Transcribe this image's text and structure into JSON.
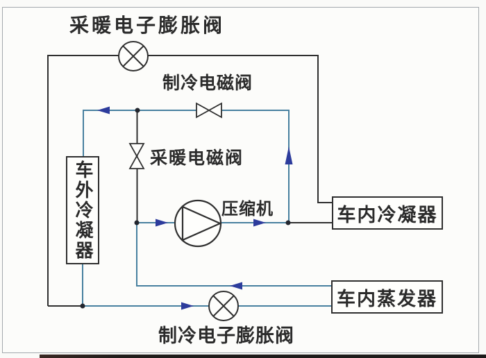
{
  "labels": {
    "heating_eev": "采暖电子膨胀阀",
    "cooling_solenoid": "制冷电磁阀",
    "heating_solenoid": "采暖电磁阀",
    "compressor": "压缩机",
    "cooling_eev": "制冷电子膨胀阀"
  },
  "components": {
    "outdoor_condenser": "车外冷凝器",
    "indoor_condenser": "车内冷凝器",
    "indoor_evaporator": "车内蒸发器"
  },
  "colors": {
    "pipe_black": "#2f2f2f",
    "pipe_blue": "#47809f",
    "arrow_blue": "#2d3c9c",
    "junction_dot": "#23262e",
    "frame_border": "#a3a8ad",
    "text": "#2b2b2b"
  }
}
